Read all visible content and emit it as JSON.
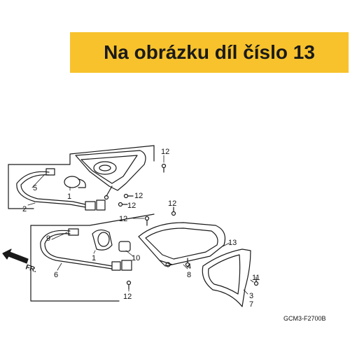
{
  "banner": {
    "text": "Na obrázku díl číslo 13"
  },
  "diagram": {
    "labels": {
      "l12_top": "12",
      "l5": "5",
      "l1_top": "1",
      "l2": "2",
      "l12_a": "12",
      "l12_b": "12",
      "l12_c": "12",
      "l12_d": "12",
      "l9": "9",
      "l1_bottom": "1",
      "l10": "10",
      "l6": "6",
      "l4": "4",
      "l8": "8",
      "l13": "13",
      "l12_bottom": "12",
      "l11": "11",
      "l3": "3",
      "l7": "7"
    },
    "direction_label": "FR.",
    "diagram_code": "GCM3-F2700B"
  }
}
